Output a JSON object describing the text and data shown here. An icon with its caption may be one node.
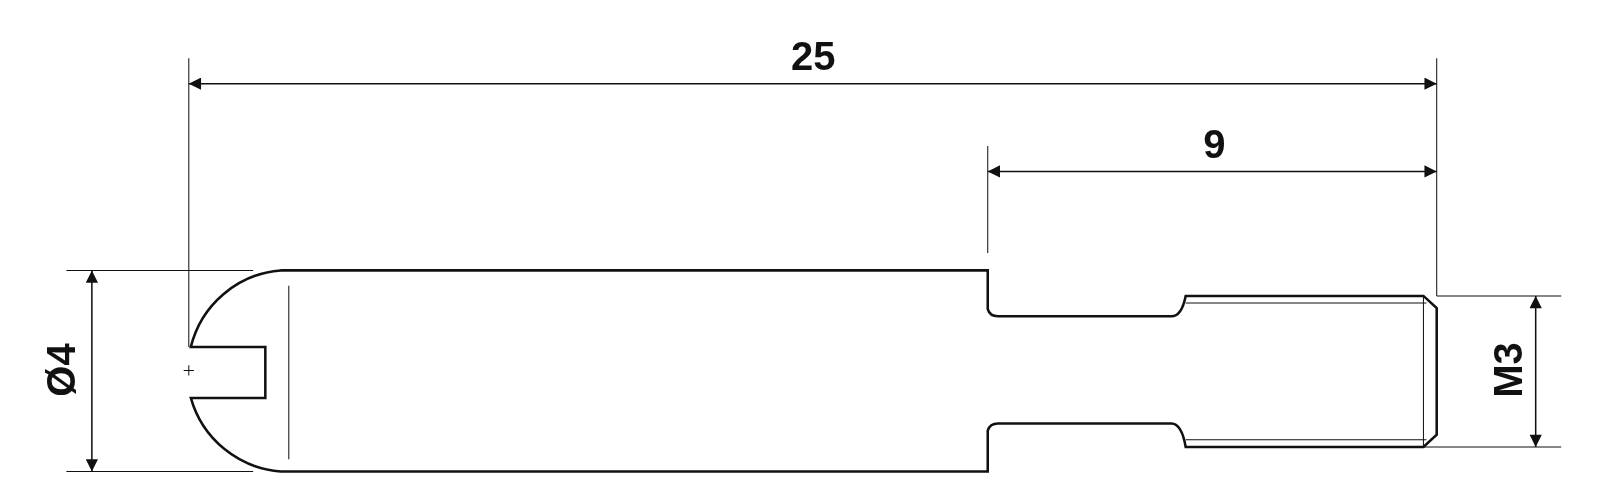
{
  "diagram": {
    "labels": [
      "25",
      "9",
      "Ø4",
      "M3"
    ]
  }
}
